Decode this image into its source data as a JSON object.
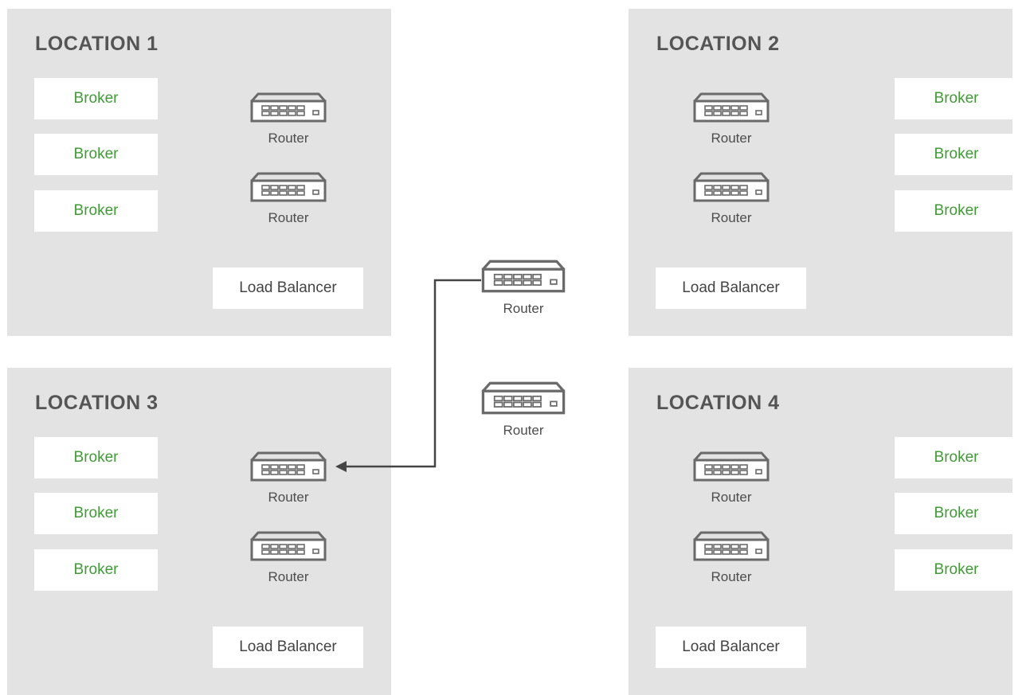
{
  "locations": [
    {
      "title": "LOCATION 1",
      "brokers": [
        "Broker",
        "Broker",
        "Broker"
      ],
      "routers": [
        "Router",
        "Router"
      ],
      "load_balancer": "Load Balancer"
    },
    {
      "title": "LOCATION 2",
      "brokers": [
        "Broker",
        "Broker",
        "Broker"
      ],
      "routers": [
        "Router",
        "Router"
      ],
      "load_balancer": "Load Balancer"
    },
    {
      "title": "LOCATION 3",
      "brokers": [
        "Broker",
        "Broker",
        "Broker"
      ],
      "routers": [
        "Router",
        "Router"
      ],
      "load_balancer": "Load Balancer"
    },
    {
      "title": "LOCATION 4",
      "brokers": [
        "Broker",
        "Broker",
        "Broker"
      ],
      "routers": [
        "Router",
        "Router"
      ],
      "load_balancer": "Load Balancer"
    }
  ],
  "central_routers": [
    "Router",
    "Router"
  ],
  "colors": {
    "location_background": "#e3e3e3",
    "broker_text": "#3f9c35",
    "router_icon": "#6a6a6a",
    "connector": "#444444"
  },
  "icons": {
    "router": "network-switch-icon",
    "connector_arrow": "arrow-left-icon"
  }
}
